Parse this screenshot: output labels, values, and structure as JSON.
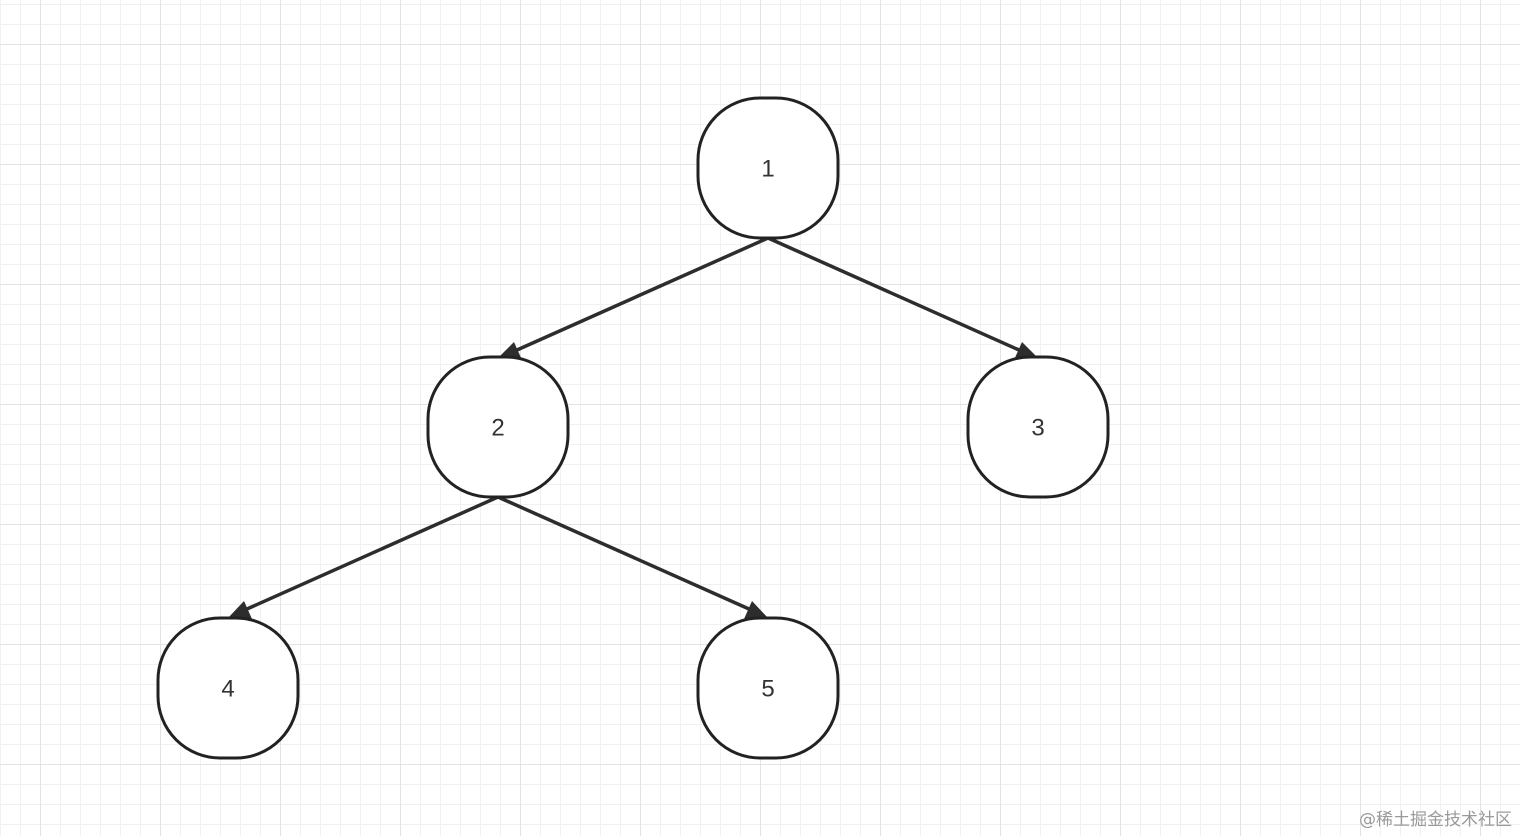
{
  "diagram": {
    "nodes": [
      {
        "id": "n1",
        "label": "1"
      },
      {
        "id": "n2",
        "label": "2"
      },
      {
        "id": "n3",
        "label": "3"
      },
      {
        "id": "n4",
        "label": "4"
      },
      {
        "id": "n5",
        "label": "5"
      }
    ],
    "edges": [
      {
        "from": "n1",
        "to": "n2"
      },
      {
        "from": "n1",
        "to": "n3"
      },
      {
        "from": "n2",
        "to": "n4"
      },
      {
        "from": "n2",
        "to": "n5"
      }
    ]
  },
  "watermark": {
    "text": "@稀土掘金技术社区"
  }
}
